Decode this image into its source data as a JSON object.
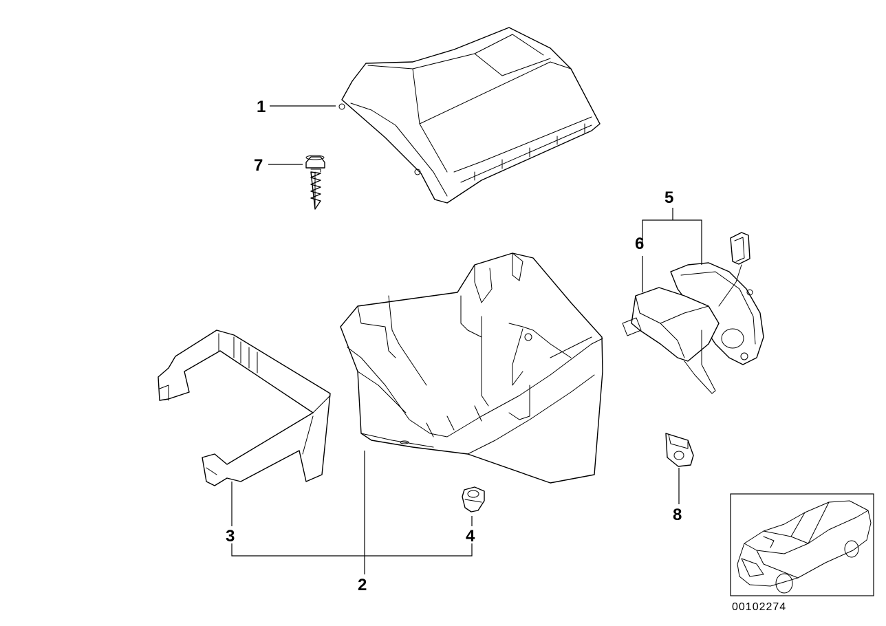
{
  "callouts": {
    "c1": "1",
    "c2": "2",
    "c3": "3",
    "c4": "4",
    "c5": "5",
    "c6": "6",
    "c7": "7",
    "c8": "8"
  },
  "diagram_number": "00102274",
  "colors": {
    "ink": "#000000",
    "paper": "#ffffff"
  }
}
